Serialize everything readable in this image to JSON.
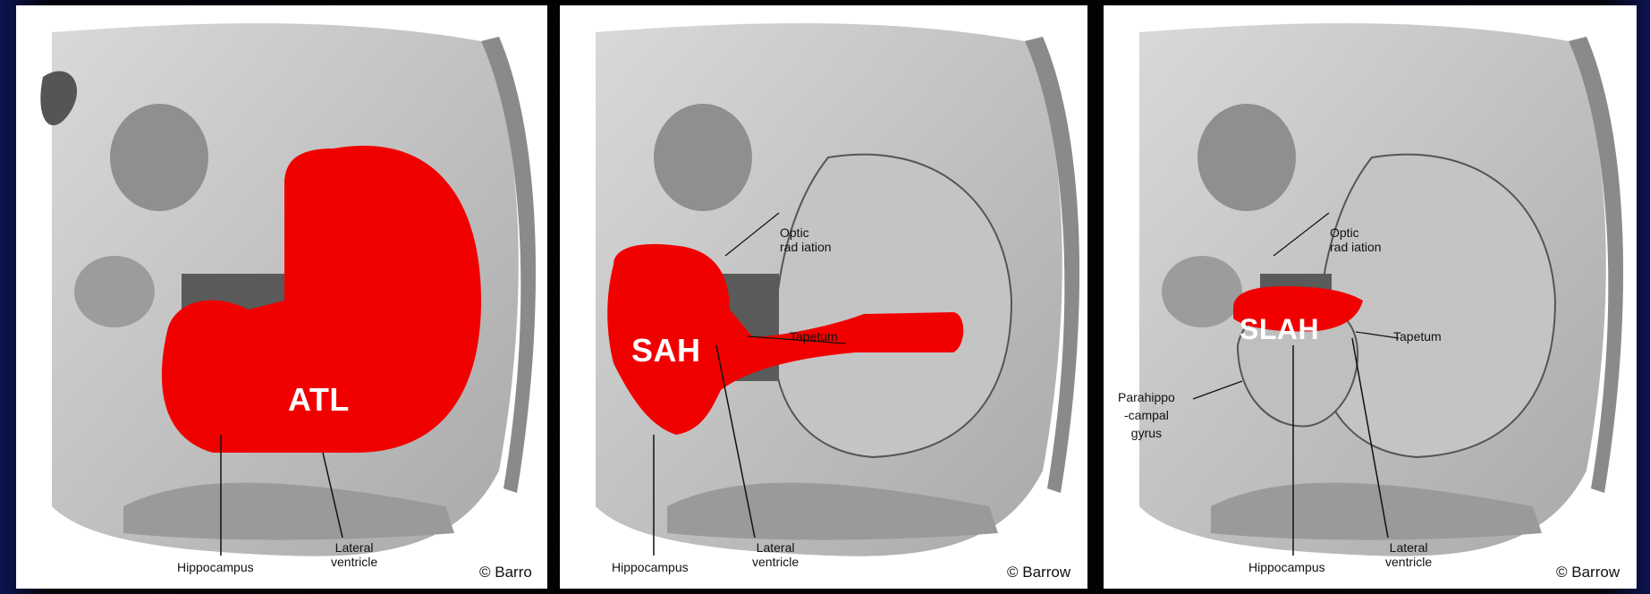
{
  "panels": [
    {
      "procedure": "ATL",
      "labels": {
        "hippocampus": "Hippocampus",
        "lateral_ventricle": [
          "Lateral",
          "ventricle"
        ]
      },
      "credit": "© Barro"
    },
    {
      "procedure": "SAH",
      "labels": {
        "optic_radiation": [
          "Optic",
          "rad iation"
        ],
        "tapetum": "Tapetum",
        "hippocampus": "Hippocampus",
        "lateral_ventricle": [
          "Lateral",
          "ventricle"
        ]
      },
      "credit": "© Barrow"
    },
    {
      "procedure": "SLAH",
      "labels": {
        "optic_radiation": [
          "Optic",
          "rad iation"
        ],
        "tapetum": "Tapetum",
        "parahippocampal_gyrus": [
          "Parahippo",
          "-campal",
          "gyrus"
        ],
        "hippocampus": "Hippocampus",
        "lateral_ventricle": [
          "Lateral",
          "ventricle"
        ]
      },
      "credit": "© Barrow"
    }
  ],
  "colors": {
    "resection": "#f10000",
    "background": "#000000",
    "tissue": "#bdbdbd"
  }
}
